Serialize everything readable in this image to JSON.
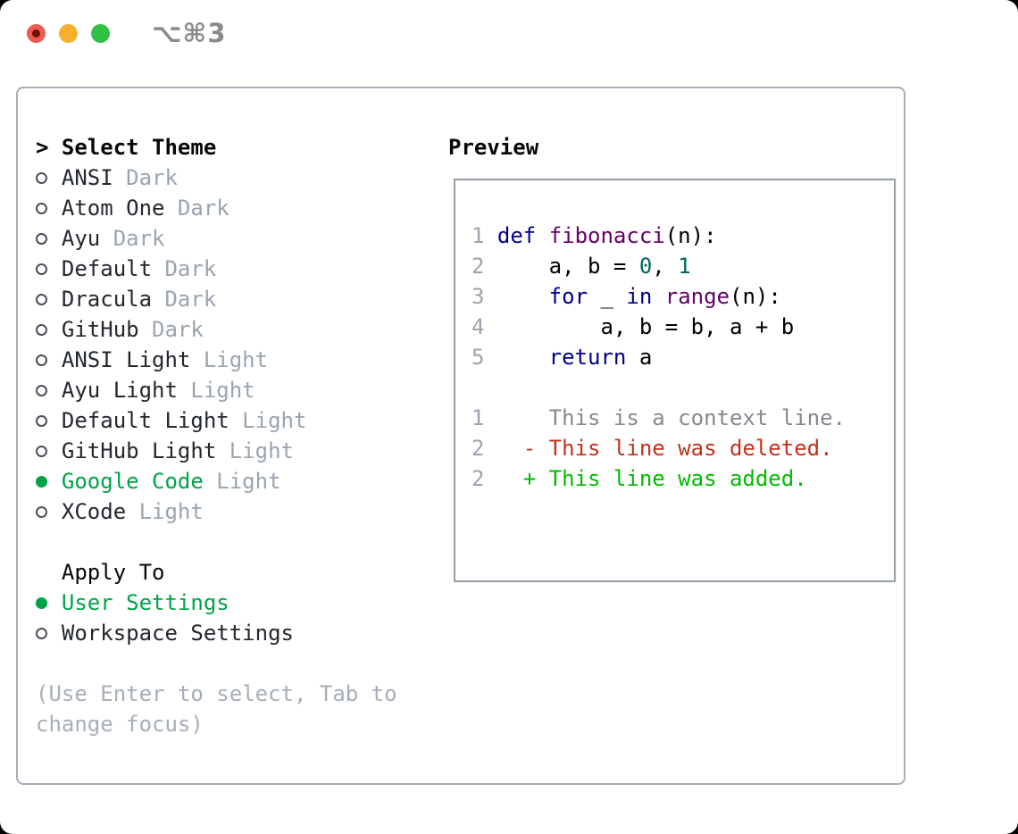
{
  "window": {
    "title": "⌥⌘3"
  },
  "theme_panel": {
    "header": {
      "prompt": ">",
      "label": "Select Theme"
    },
    "items": [
      {
        "name": "ANSI",
        "variant": "Dark",
        "selected": false
      },
      {
        "name": "Atom One",
        "variant": "Dark",
        "selected": false
      },
      {
        "name": "Ayu",
        "variant": "Dark",
        "selected": false
      },
      {
        "name": "Default",
        "variant": "Dark",
        "selected": false
      },
      {
        "name": "Dracula",
        "variant": "Dark",
        "selected": false
      },
      {
        "name": "GitHub",
        "variant": "Dark",
        "selected": false
      },
      {
        "name": "ANSI Light",
        "variant": "Light",
        "selected": false
      },
      {
        "name": "Ayu Light",
        "variant": "Light",
        "selected": false
      },
      {
        "name": "Default Light",
        "variant": "Light",
        "selected": false
      },
      {
        "name": "GitHub Light",
        "variant": "Light",
        "selected": false
      },
      {
        "name": "Google Code",
        "variant": "Light",
        "selected": true
      },
      {
        "name": "XCode",
        "variant": "Light",
        "selected": false
      }
    ],
    "apply_to": {
      "label": "Apply To",
      "options": [
        {
          "name": "User Settings",
          "selected": true
        },
        {
          "name": "Workspace Settings",
          "selected": false
        }
      ]
    },
    "help_text": "(Use Enter to select, Tab to change focus)"
  },
  "preview": {
    "label": "Preview",
    "code": [
      {
        "num": "1",
        "tokens": [
          {
            "t": "def",
            "c": "keyword"
          },
          {
            "t": " ",
            "c": "plain"
          },
          {
            "t": "fibonacci",
            "c": "function"
          },
          {
            "t": "(n):",
            "c": "plain"
          }
        ]
      },
      {
        "num": "2",
        "tokens": [
          {
            "t": "    a, b = ",
            "c": "plain"
          },
          {
            "t": "0",
            "c": "literal"
          },
          {
            "t": ", ",
            "c": "plain"
          },
          {
            "t": "1",
            "c": "literal"
          }
        ]
      },
      {
        "num": "3",
        "tokens": [
          {
            "t": "    ",
            "c": "plain"
          },
          {
            "t": "for",
            "c": "keyword"
          },
          {
            "t": " _ ",
            "c": "plain"
          },
          {
            "t": "in",
            "c": "keyword"
          },
          {
            "t": " ",
            "c": "plain"
          },
          {
            "t": "range",
            "c": "function"
          },
          {
            "t": "(n):",
            "c": "plain"
          }
        ]
      },
      {
        "num": "4",
        "tokens": [
          {
            "t": "        a, b = b, a + b",
            "c": "plain"
          }
        ]
      },
      {
        "num": "5",
        "tokens": [
          {
            "t": "    ",
            "c": "plain"
          },
          {
            "t": "return",
            "c": "keyword"
          },
          {
            "t": " a",
            "c": "plain"
          }
        ]
      }
    ],
    "diff": [
      {
        "num": "1",
        "text": "    This is a context line.",
        "kind": "context"
      },
      {
        "num": "2",
        "text": "  - This line was deleted.",
        "kind": "deleted"
      },
      {
        "num": "2",
        "text": "  + This line was added.",
        "kind": "added"
      }
    ]
  },
  "colors": {
    "accent_green": "#00a347",
    "keyword": "#000088",
    "function_name": "#660066",
    "literal": "#006666",
    "code_plain": "#000000",
    "line_number": "#9aa5b1",
    "diff_context": "#85898f",
    "diff_deleted": "#c0331b",
    "diff_added": "#00bb00",
    "muted": "#9aa4af",
    "help_gray": "#a6aeb8",
    "item_text": "#23282e",
    "header_text": "#06080a",
    "border_main": "#a6adb6",
    "border_preview": "#959da6",
    "title_gray": "#8a8a8a",
    "radio_ring": "#4a5058",
    "traffic_red": "#ee5a4f",
    "traffic_red_dot": "#70120c",
    "traffic_yellow": "#f5b02d",
    "traffic_green": "#31c146"
  }
}
